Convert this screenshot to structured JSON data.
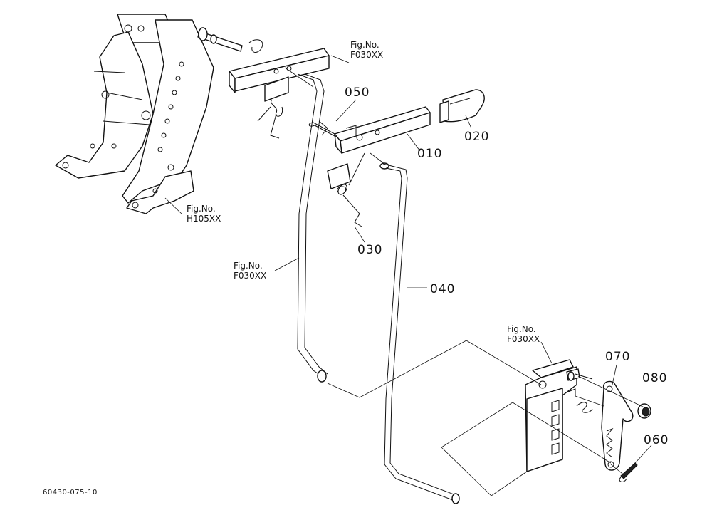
{
  "parts": [
    {
      "id": "p010",
      "label": "010"
    },
    {
      "id": "p020",
      "label": "020"
    },
    {
      "id": "p030",
      "label": "030"
    },
    {
      "id": "p040",
      "label": "040"
    },
    {
      "id": "p050",
      "label": "050"
    },
    {
      "id": "p060",
      "label": "060"
    },
    {
      "id": "p070",
      "label": "070"
    },
    {
      "id": "p080",
      "label": "080"
    }
  ],
  "figure_refs": [
    {
      "id": "ref1",
      "line1": "Fig.No.",
      "line2": "F030XX"
    },
    {
      "id": "ref2",
      "line1": "Fig.No.",
      "line2": "H105XX"
    },
    {
      "id": "ref3",
      "line1": "Fig.No.",
      "line2": "F030XX"
    },
    {
      "id": "ref4",
      "line1": "Fig.No.",
      "line2": "F030XX"
    }
  ],
  "drawing_code": "60430-075-10"
}
